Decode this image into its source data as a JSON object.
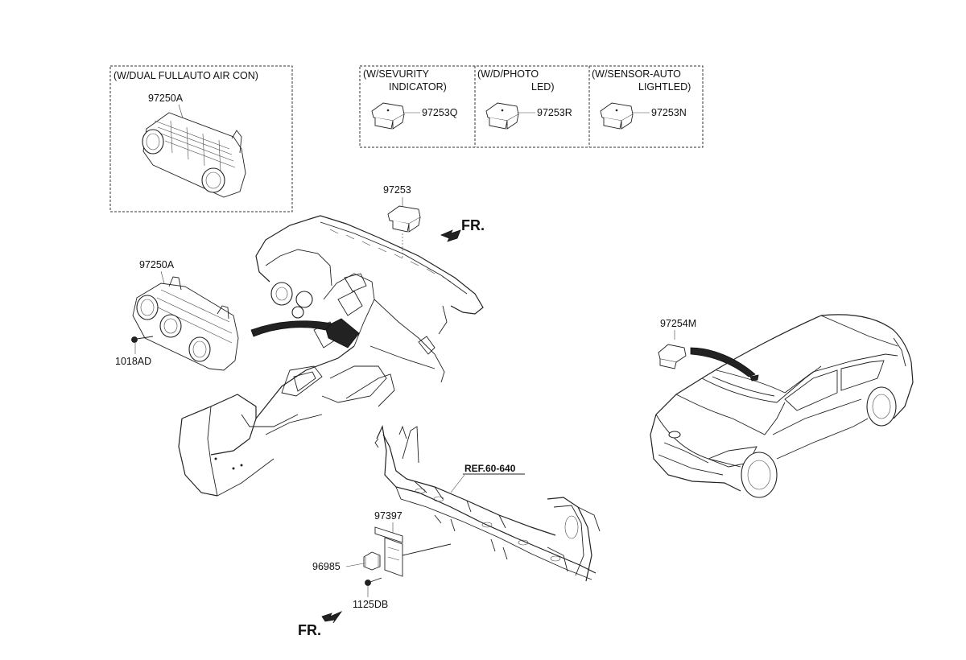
{
  "boxes": {
    "dual_full_auto": {
      "caption": "(W/DUAL FULLAUTO AIR CON)",
      "part": "97250A"
    },
    "security": {
      "caption_l1": "(W/SEVURITY",
      "caption_l2": "INDICATOR)",
      "part": "97253Q"
    },
    "photo_led": {
      "caption_l1": "(W/D/PHOTO",
      "caption_l2": "LED)",
      "part": "97253R"
    },
    "sensor_auto": {
      "caption_l1": "(W/SENSOR-AUTO",
      "caption_l2": "LIGHTLED)",
      "part": "97253N"
    }
  },
  "labels": {
    "sensor_main": "97253",
    "fr_top": "FR.",
    "control_main": "97250A",
    "screw_main": "1018AD",
    "car_sensor": "97254M",
    "ref": "REF.60-640",
    "bracket": "97397",
    "sensor_small": "96985",
    "screw_small": "1125DB",
    "fr_bottom": "FR."
  }
}
